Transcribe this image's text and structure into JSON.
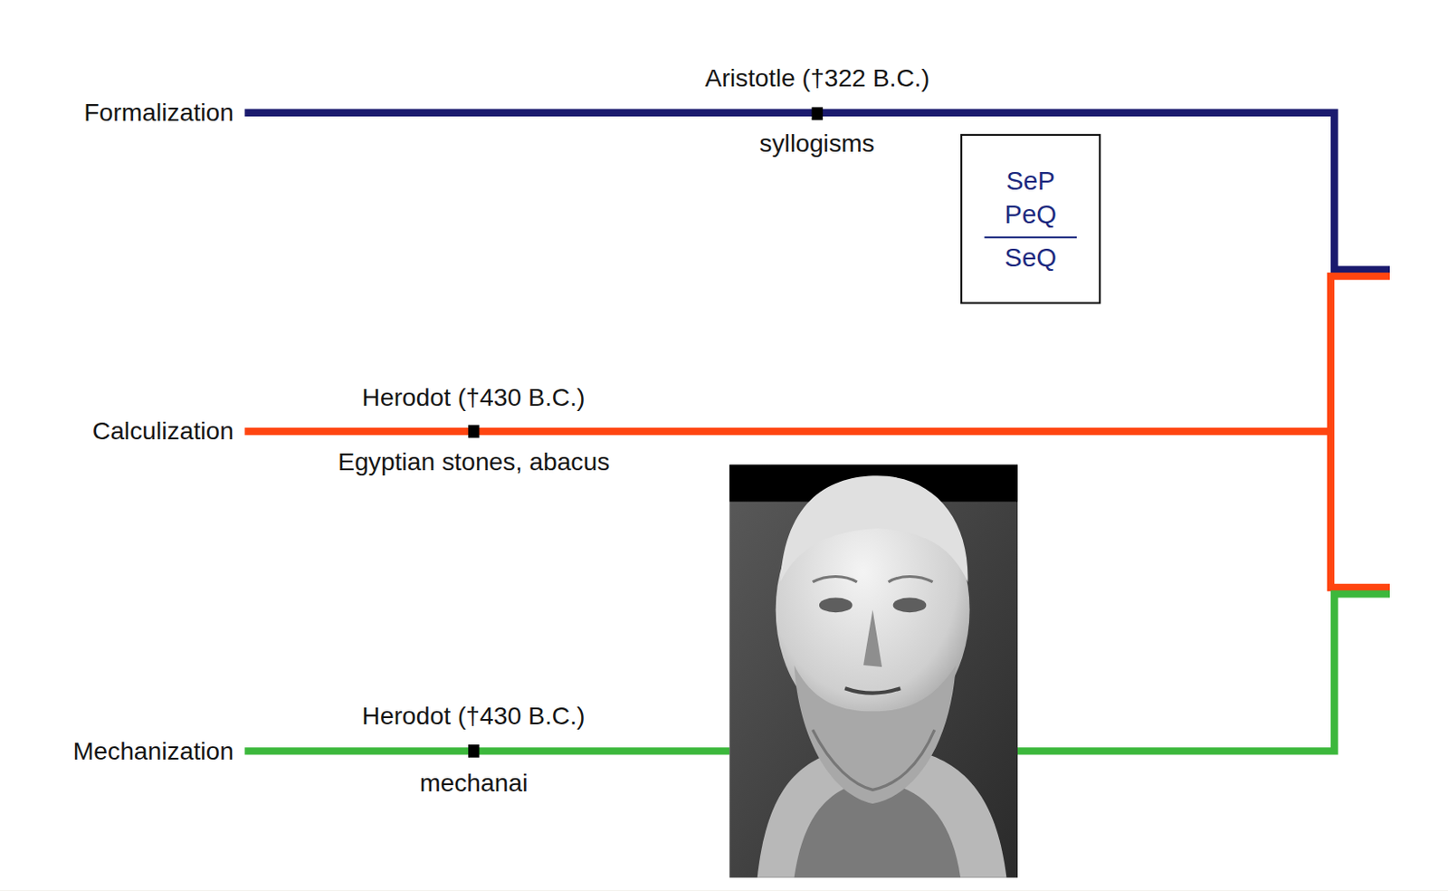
{
  "diagram": {
    "nodes": [
      {
        "text": [
          "SeP",
          "PeQ",
          "SeQ"
        ]
      }
    ],
    "labels": [
      "Formalization",
      "Calculization",
      "Mechanization",
      "Aristotle (†322 B.C.)",
      "syllogisms",
      "Herodot (†430 B.C.)",
      "Egyptian stones, abacus",
      "Herodot (†430 B.C.)",
      "mechanai"
    ]
  }
}
